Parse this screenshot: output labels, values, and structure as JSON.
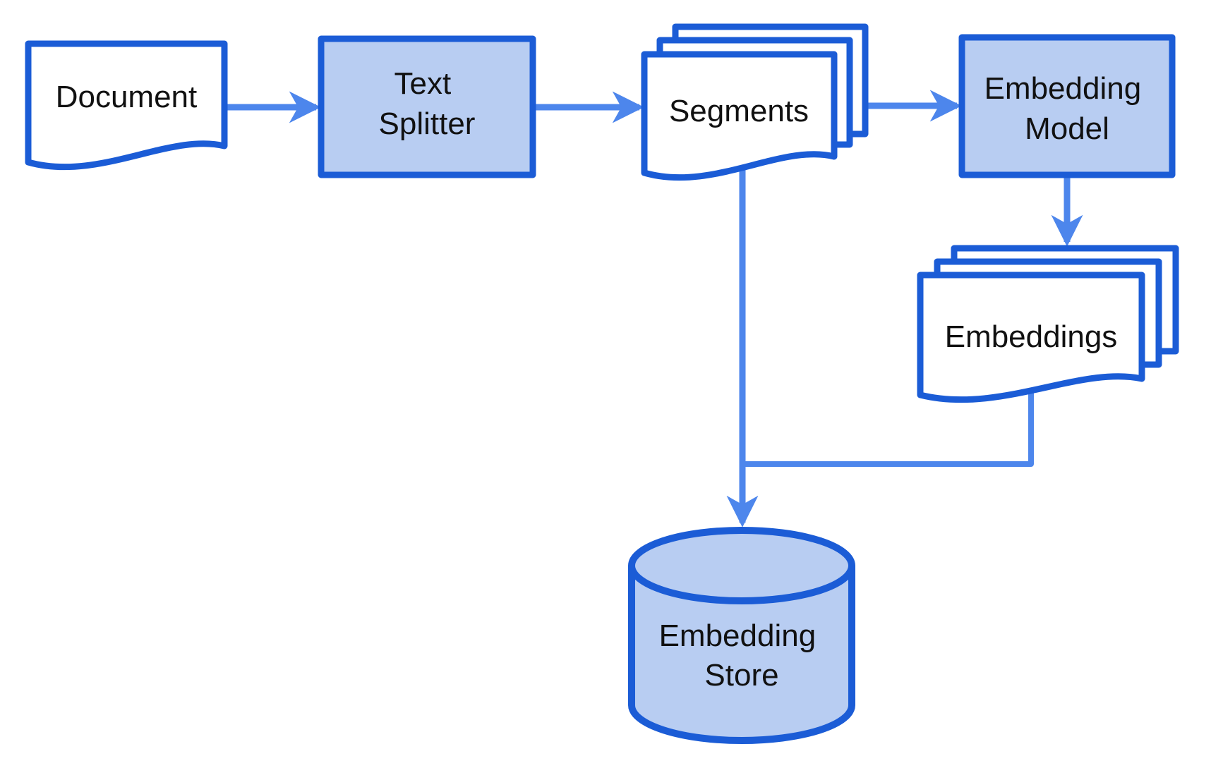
{
  "diagram": {
    "type": "flowchart",
    "description": "Document embedding pipeline",
    "nodes": {
      "document": {
        "shape": "document",
        "label": "Document"
      },
      "text_splitter": {
        "shape": "process",
        "line1": "Text",
        "line2": "Splitter"
      },
      "segments": {
        "shape": "multi-document",
        "label": "Segments"
      },
      "embedding_model": {
        "shape": "process",
        "line1": "Embedding",
        "line2": "Model"
      },
      "embeddings": {
        "shape": "multi-document",
        "label": "Embeddings"
      },
      "embedding_store": {
        "shape": "database-cylinder",
        "line1": "Embedding",
        "line2": "Store"
      }
    },
    "edges": [
      {
        "from": "document",
        "to": "text_splitter"
      },
      {
        "from": "text_splitter",
        "to": "segments"
      },
      {
        "from": "segments",
        "to": "embedding_model"
      },
      {
        "from": "embedding_model",
        "to": "embeddings"
      },
      {
        "from": "segments",
        "to": "embedding_store"
      },
      {
        "from": "embeddings",
        "to": "embedding_store"
      }
    ]
  },
  "colors": {
    "shape_border": "#1b5cd6",
    "shape_fill": "#b8cdf2",
    "document_fill": "#ffffff",
    "connector": "#4d86ec",
    "text_color": "#111111",
    "background": "#ffffff"
  }
}
